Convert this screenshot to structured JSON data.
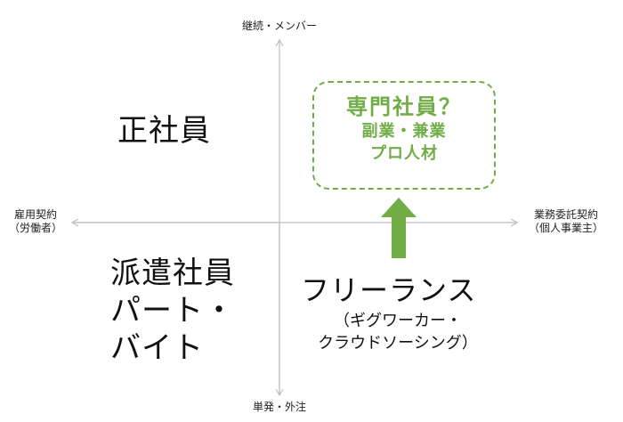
{
  "axes": {
    "top": "継続・メンバー",
    "bottom": "単発・外注",
    "left": [
      "雇用契約",
      "（労働者）"
    ],
    "right": [
      "業務委託契約",
      "（個人事業主）"
    ]
  },
  "quadrants": {
    "top_left": "正社員",
    "bottom_left": [
      "派遣社員",
      "パート・",
      "バイト"
    ],
    "bottom_right": {
      "title": "フリーランス",
      "sub": [
        "（ギグワーカー・",
        "クラウドソーシング）"
      ]
    },
    "top_right": {
      "title": "専門社員？",
      "lines": [
        "副業・兼業",
        "プロ人材"
      ]
    }
  },
  "colors": {
    "accent": "#70ad47",
    "axis": "#bfbfbf"
  }
}
